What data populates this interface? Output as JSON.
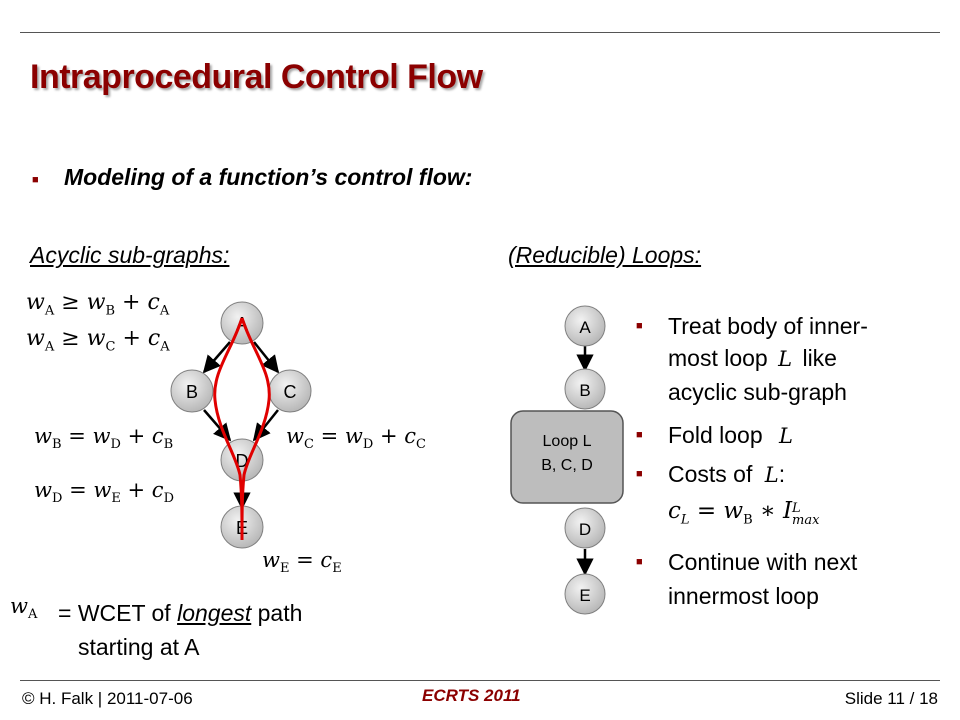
{
  "slide": {
    "title": "Intraprocedural Control Flow",
    "bullet": "Modeling of a function’s control flow:"
  },
  "left": {
    "heading": "Acyclic sub-graphs:",
    "nodes": [
      "A",
      "B",
      "C",
      "D",
      "E"
    ],
    "eq_wa_b": "wA ≥ wB + cA",
    "eq_wa_c": "wA ≥ wC + cA",
    "eq_wb": "wB = wD + cB",
    "eq_wc": "wC = wD + cC",
    "eq_wd": "wD = wE + cD",
    "eq_we": "wE = cE",
    "def_prefix": "= WCET of",
    "def_longest": "longest",
    "def_path": "path",
    "def_line2": "starting at A"
  },
  "right": {
    "heading": "(Reducible) Loops:",
    "nodes": [
      "A",
      "B",
      "D",
      "E"
    ],
    "loop_label": "Loop L",
    "loop_members": "B, C, D",
    "b1_line1": "Treat body of inner-",
    "b1_line2a": "most loop",
    "b1_line2b": "like",
    "b1_line3": "acyclic sub-graph",
    "b2": "Fold loop",
    "b3": "Costs of",
    "b3_colon": ":",
    "cost_formula": "cL = wB ∗ I^L_max",
    "b4_line1": "Continue with next",
    "b4_line2": "innermost loop"
  },
  "footer": {
    "left": "© H. Falk | 2011-07-06",
    "center": "ECRTS 2011",
    "right": "Slide 11 / 18"
  },
  "colors": {
    "title": "#8b0000",
    "path": "#e00000",
    "node_fill": "#c8c8c8"
  }
}
